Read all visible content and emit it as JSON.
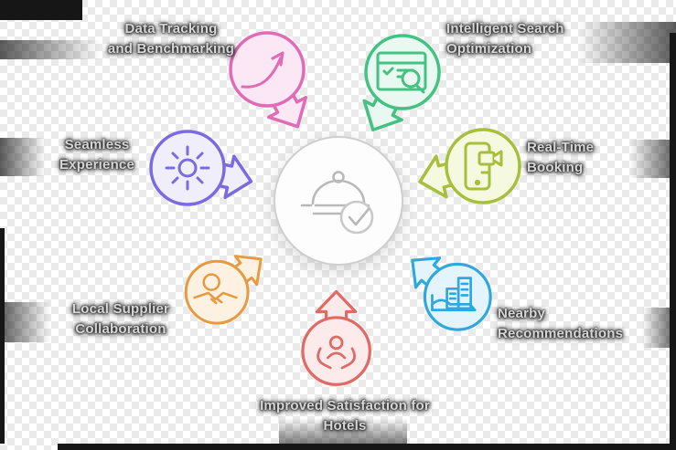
{
  "title": "Room service infographic diagram",
  "background": {
    "checker_light": "#ffffff",
    "checker_dark": "#eaeaea",
    "artifact_color": "#161616"
  },
  "center": {
    "icon": "room-service-cloche-check-icon",
    "border": "#cfcfcf",
    "fill": "#fdfdfd",
    "icon_color": "#b9b9b9"
  },
  "text_color_core": "#d6d6d6",
  "text_halo": "#1c1c1c",
  "nodes": [
    {
      "id": "data-tracking",
      "label_line1": "Data Tracking",
      "label_line2": "and Benchmarking",
      "icon": "trend-up-arrow-icon",
      "border": "#e06bb7",
      "fill": "#fbe8f4"
    },
    {
      "id": "intelligent-search",
      "label_line1": "Intelligent Search",
      "label_line2": "Optimization",
      "icon": "browser-search-icon",
      "border": "#43c282",
      "fill": "#e9f8f0"
    },
    {
      "id": "seamless-experience",
      "label_line1": "Seamless",
      "label_line2": "Experience",
      "icon": "sun-icon",
      "border": "#7a6ce0",
      "fill": "#f1eefc"
    },
    {
      "id": "real-time-booking",
      "label_line1": "Real-Time",
      "label_line2": "Booking",
      "icon": "mobile-video-icon",
      "border": "#a6c03c",
      "fill": "#f5f9e0"
    },
    {
      "id": "local-supplier-collaboration",
      "label_line1": "Local Supplier",
      "label_line2": "Collaboration",
      "icon": "handshake-icon",
      "border": "#e89a40",
      "fill": "#fdf2e2"
    },
    {
      "id": "nearby-recommendations",
      "label_line1": "Nearby",
      "label_line2": "Recommendations",
      "icon": "city-hotel-icon",
      "border": "#2fa8dd",
      "fill": "#e4f4fc"
    },
    {
      "id": "guest-satisfaction",
      "label_line1": "Improved Satisfaction for",
      "label_line2": "Hotels",
      "icon": "person-care-icon",
      "border": "#e06a66",
      "fill": "#fcebea"
    }
  ]
}
